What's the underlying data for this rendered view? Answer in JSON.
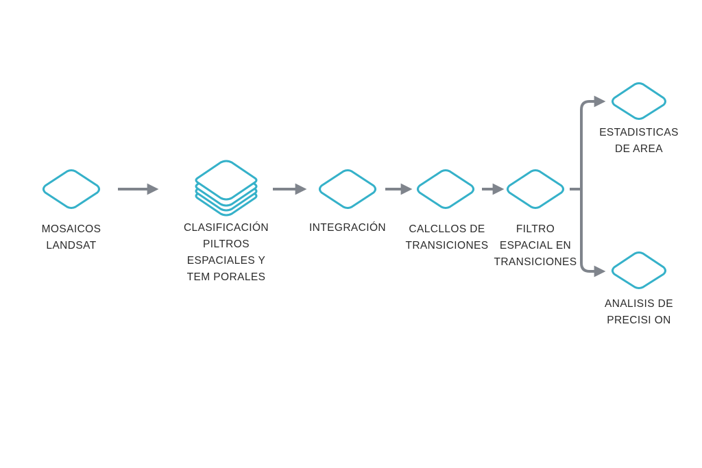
{
  "colors": {
    "node_outline": "#35b1c9",
    "arrow": "#7f848c",
    "text": "#2a2a2a",
    "background": "#ffffff"
  },
  "nodes": [
    {
      "id": "mosaicos",
      "icon": "diamond-icon",
      "lines": [
        "MOSAICOS",
        "LANDSAT"
      ]
    },
    {
      "id": "clasificacion",
      "icon": "layer-stack-icon",
      "lines": [
        "CLASIFICACIÓN",
        "PILTROS",
        "ESPACIALES Y",
        "TEM PORALES"
      ]
    },
    {
      "id": "integracion",
      "icon": "diamond-icon",
      "lines": [
        "INTEGRACIÓN"
      ]
    },
    {
      "id": "calculos",
      "icon": "diamond-icon",
      "lines": [
        "CALCLLOS DE",
        "TRANSICIONES"
      ]
    },
    {
      "id": "filtro",
      "icon": "diamond-icon",
      "lines": [
        "FILTRO",
        "ESPACIAL EN",
        "TRANSICIONES"
      ]
    },
    {
      "id": "estadisticas",
      "icon": "diamond-icon",
      "lines": [
        "ESTADISTICAS",
        "DE AREA"
      ]
    },
    {
      "id": "analisis",
      "icon": "diamond-icon",
      "lines": [
        "ANALISIS DE",
        "PRECISI ON"
      ]
    }
  ]
}
